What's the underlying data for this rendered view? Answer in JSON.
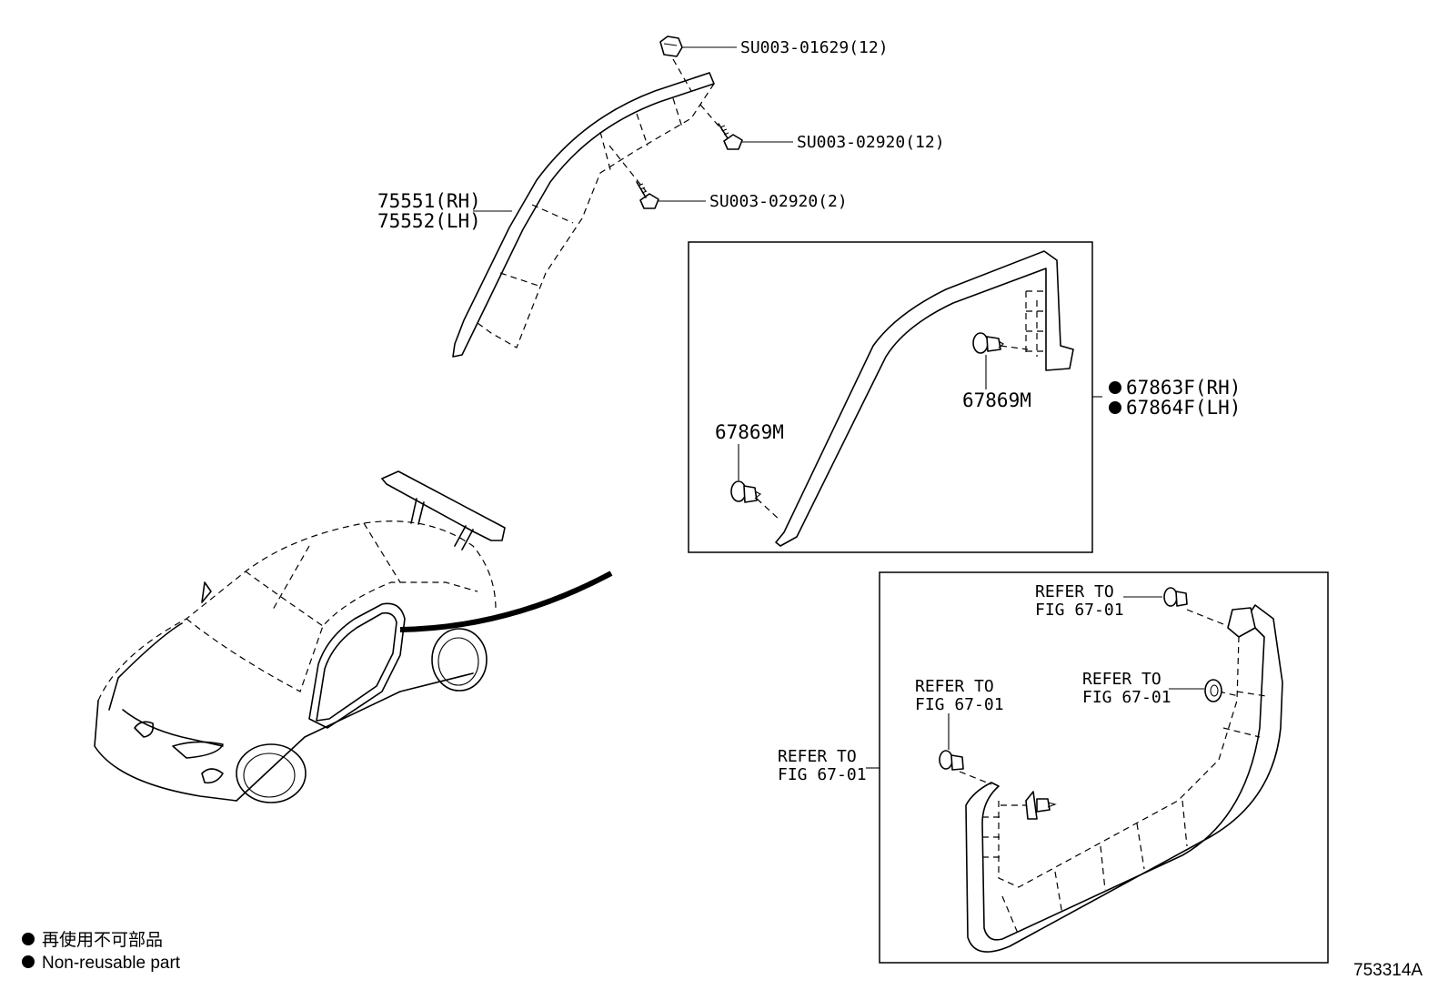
{
  "diagram": {
    "callouts": {
      "nut_top": "SU003-01629(12)",
      "screw_upper": "SU003-02920(12)",
      "screw_lower": "SU003-02920(2)",
      "molding_rh": "75551(RH)",
      "molding_lh": "75552(LH)",
      "weatherstrip_rh": "67863F(RH)",
      "weatherstrip_lh": "67864F(LH)",
      "clip_right": "67869M",
      "clip_left": "67869M",
      "refer_top_1": "REFER TO",
      "refer_top_2": "FIG 67-01",
      "refer_midr_1": "REFER TO",
      "refer_midr_2": "FIG 67-01",
      "refer_midl_1": "REFER TO",
      "refer_midl_2": "FIG 67-01",
      "refer_outer_1": "REFER TO",
      "refer_outer_2": "FIG 67-01"
    },
    "legend": {
      "line_jp": "再使用不可部品",
      "line_en": "Non-reusable part"
    },
    "figure_id": "753314A"
  }
}
